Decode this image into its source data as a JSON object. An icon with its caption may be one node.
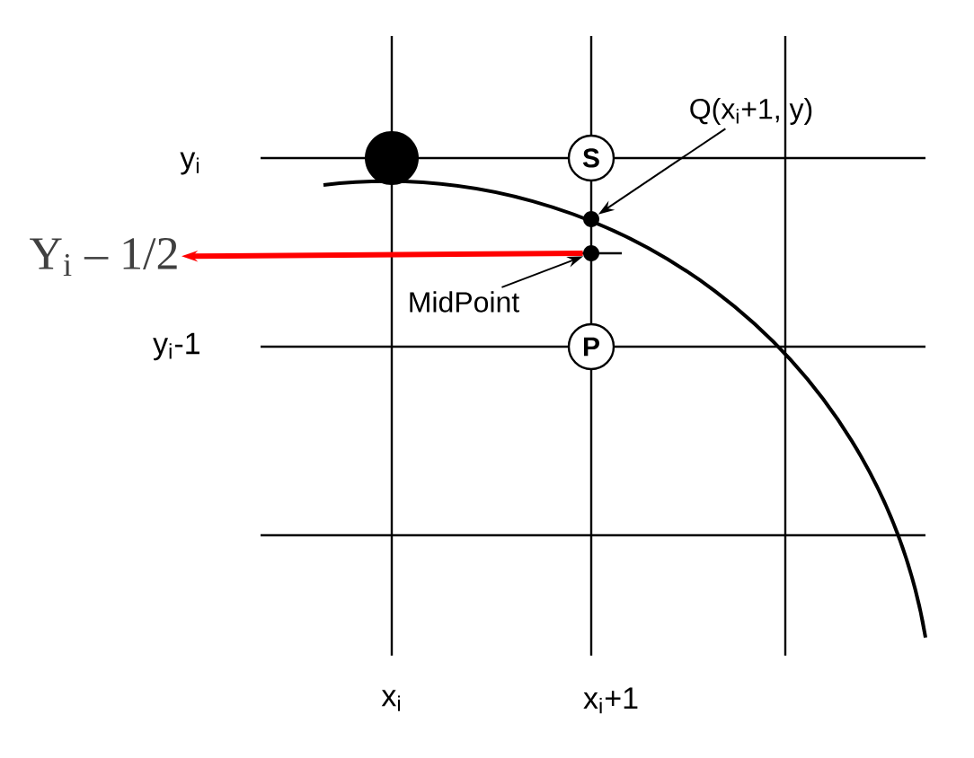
{
  "diagram": {
    "nodes": [
      {
        "text": [
          "S"
        ]
      },
      {
        "text": [
          "P"
        ]
      },
      {
        "text": [],
        "shape": "circle"
      },
      {
        "text": [
          "Q(x$_{i}$+1, y)"
        ]
      },
      {
        "text": [],
        "shape": "circle"
      },
      {
        "text": [],
        "shape": "circle"
      },
      {
        "text": [
          "MidPoint"
        ]
      },
      {
        "text": [
          "Y$_{i}$ – 1/2"
        ]
      }
    ],
    "edges": [
      {
        "from": 3,
        "to": 4,
        "arrow": "to"
      },
      {
        "from": 6,
        "to": 5,
        "arrow": "to"
      },
      {
        "from": 5,
        "to": 7,
        "arrow": "to",
        "style": "thick",
        "color": "#ff0000"
      }
    ],
    "labels": [
      "y$_{i}$",
      "y$_{i}$-1",
      "x$_{i}$",
      "x$_{i}$+1"
    ]
  }
}
